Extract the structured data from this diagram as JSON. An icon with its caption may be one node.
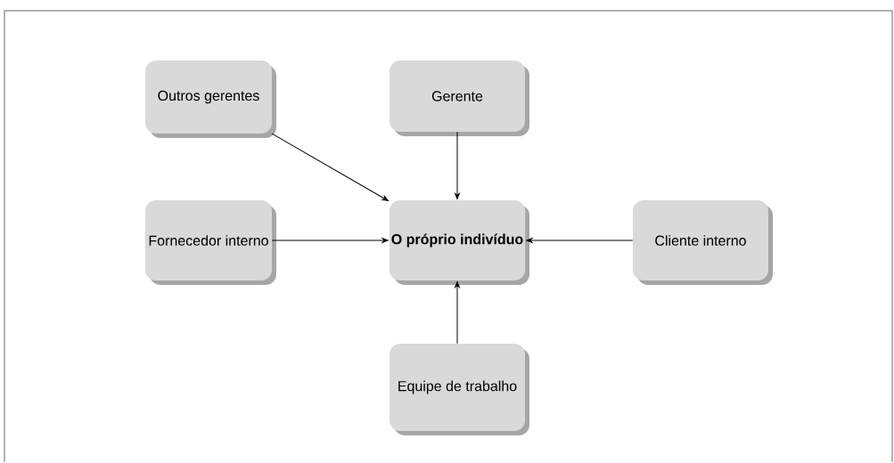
{
  "diagram": {
    "nodes": [
      {
        "text": [
          "Outros gerentes"
        ]
      },
      {
        "text": [
          "Gerente"
        ]
      },
      {
        "text": [
          "Fornecedor interno"
        ]
      },
      {
        "text": [
          "O próprio indivíduo"
        ]
      },
      {
        "text": [
          "Cliente interno"
        ]
      },
      {
        "text": [
          "Equipe de trabalho"
        ]
      }
    ],
    "edges": [
      {
        "from": 0,
        "to": 3,
        "arrow": "to"
      },
      {
        "from": 1,
        "to": 3,
        "arrow": "to"
      },
      {
        "from": 2,
        "to": 3,
        "arrow": "to"
      },
      {
        "from": 4,
        "to": 3,
        "arrow": "to"
      },
      {
        "from": 5,
        "to": 3,
        "arrow": "to"
      }
    ]
  }
}
